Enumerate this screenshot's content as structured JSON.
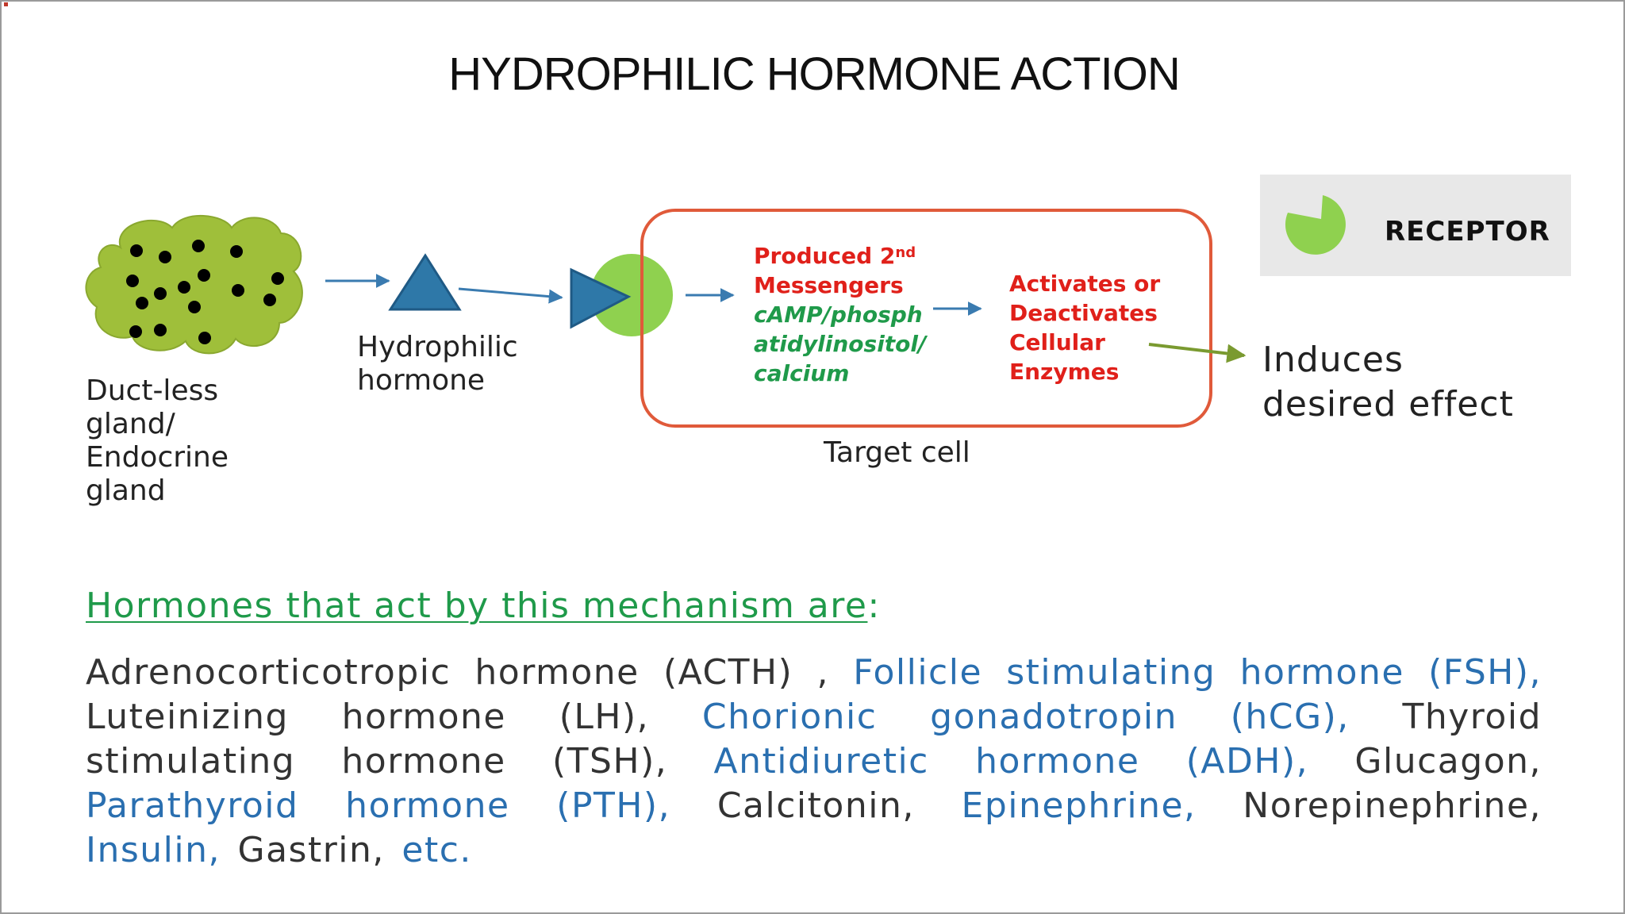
{
  "window": {
    "title": ""
  },
  "title": "HYDROPHILIC HORMONE ACTION",
  "diagram": {
    "gland_label": [
      "Duct-less",
      "gland/",
      "Endocrine",
      "gland"
    ],
    "hormone_label": [
      "Hydrophilic",
      "hormone"
    ],
    "target_cell_label": "Target cell",
    "produced": {
      "line1": "Produced 2",
      "sup": "nd",
      "line2": "Messengers"
    },
    "messengers": [
      "cAMP/phosph",
      "atidylinositol/",
      "calcium"
    ],
    "activates": [
      "Activates or",
      "Deactivates",
      "Cellular",
      "Enzymes"
    ],
    "effect": [
      "Induces",
      "desired effect"
    ],
    "legend": {
      "label": "RECEPTOR"
    },
    "colors": {
      "gland": "#9fbf3a",
      "gland_dots": "#000000",
      "hormone": "#2e78a8",
      "receptor": "#8fd14f",
      "cell_border": "#e05a3a",
      "arrow": "#3a7bb0",
      "effect_arrow": "#7a9a30",
      "red_text": "#e0201a",
      "green_text": "#1f9a4a"
    }
  },
  "mechanism": {
    "heading": "Hormones that act by this mechanism are",
    "colon": ":",
    "items": [
      {
        "text": "Adrenocorticotropic hormone (ACTH) , ",
        "color": "dark"
      },
      {
        "text": "Follicle stimulating hormone (FSH), ",
        "color": "blue"
      },
      {
        "text": "Luteinizing hormone (LH), ",
        "color": "dark"
      },
      {
        "text": "Chorionic gonadotropin (hCG), ",
        "color": "blue"
      },
      {
        "text": "Thyroid stimulating hormone (TSH), ",
        "color": "dark"
      },
      {
        "text": "Antidiuretic hormone (ADH), ",
        "color": "blue"
      },
      {
        "text": "Glucagon, ",
        "color": "dark"
      },
      {
        "text": "Parathyroid hormone (PTH), ",
        "color": "blue"
      },
      {
        "text": "Calcitonin, ",
        "color": "dark"
      },
      {
        "text": "Epinephrine, ",
        "color": "blue"
      },
      {
        "text": "Norepinephrine, ",
        "color": "dark"
      },
      {
        "text": "Insulin, ",
        "color": "blue"
      },
      {
        "text": "Gastrin, ",
        "color": "dark"
      },
      {
        "text": "etc.",
        "color": "blue"
      }
    ]
  }
}
